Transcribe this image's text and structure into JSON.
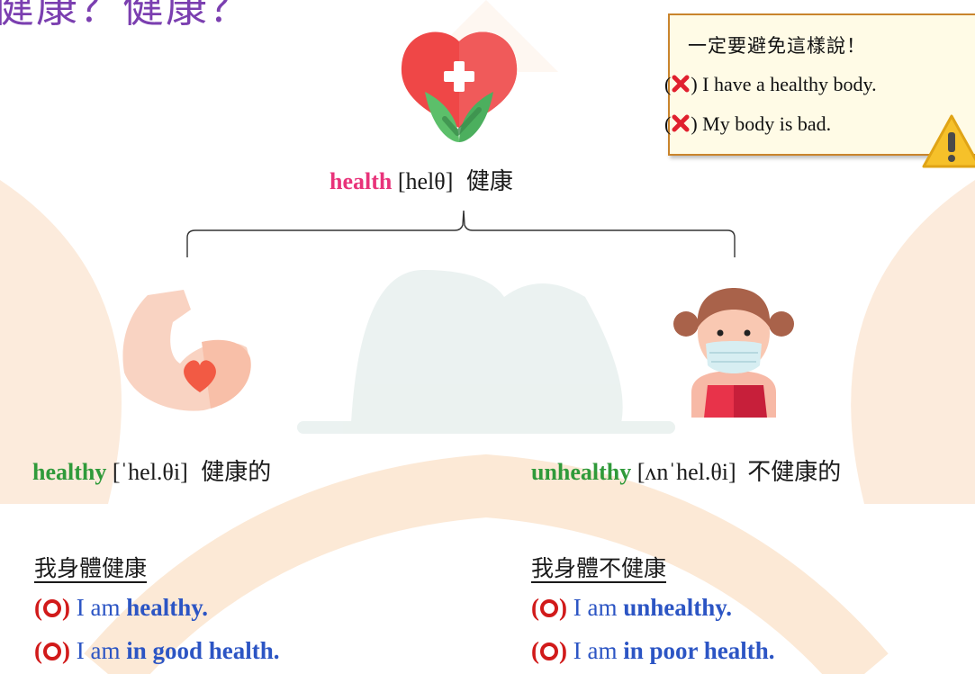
{
  "title": "健康？健康？",
  "colors": {
    "title": "#7b3fb0",
    "word": "#e8337a",
    "adjective": "#2f9a3a",
    "example": "#2c55c4",
    "mark": "#d11a1a",
    "warning_border": "#c9842c"
  },
  "health": {
    "word": "health",
    "ipa": " [helθ]",
    "meaning": "健康"
  },
  "healthy": {
    "word": "healthy",
    "ipa": " [ˈhel.θi]",
    "meaning": "健康的"
  },
  "unhealthy": {
    "word": "unhealthy",
    "ipa": " [ʌnˈhel.θi]",
    "meaning": "不健康的"
  },
  "warning": {
    "heading": "一定要避免這樣說！",
    "lines": [
      {
        "text": "I have a healthy body."
      },
      {
        "text": "My body is bad."
      }
    ]
  },
  "left_examples": {
    "heading": "我身體健康",
    "items": [
      {
        "prefix": "I am ",
        "phrase": "healthy."
      },
      {
        "prefix": "I am ",
        "phrase": "in good health."
      }
    ]
  },
  "right_examples": {
    "heading": "我身體不健康",
    "items": [
      {
        "prefix": "I am ",
        "phrase": "unhealthy."
      },
      {
        "prefix": "I am ",
        "phrase": "in poor health."
      }
    ]
  },
  "icons": [
    "health-heart-icon",
    "healthy-arm-icon",
    "masked-girl-icon",
    "warning-triangle-icon",
    "wrong-x-icon",
    "correct-o-icon"
  ]
}
